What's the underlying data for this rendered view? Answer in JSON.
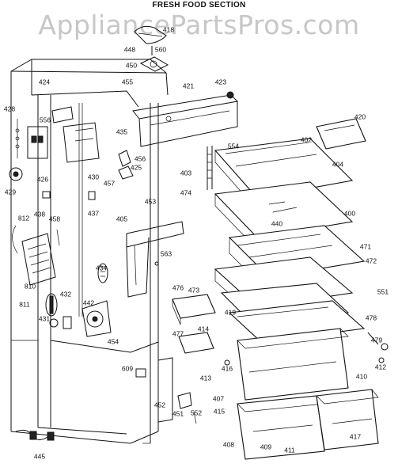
{
  "header": {
    "title": "FRESH FOOD SECTION",
    "watermark": "AppliancePartsPros.com"
  },
  "callouts": [
    "418",
    "560",
    "448",
    "450",
    "455",
    "421",
    "423",
    "424",
    "428",
    "556",
    "435",
    "426",
    "430",
    "457",
    "425",
    "456",
    "420",
    "554",
    "402",
    "404",
    "403",
    "474",
    "429",
    "438",
    "437",
    "458",
    "453",
    "405",
    "400",
    "440",
    "812",
    "471",
    "472",
    "563",
    "434",
    "810",
    "811",
    "432",
    "442",
    "476",
    "473",
    "551",
    "431",
    "477",
    "414",
    "419",
    "478",
    "454",
    "479",
    "412",
    "416",
    "410",
    "413",
    "609",
    "407",
    "415",
    "452",
    "451",
    "552",
    "445",
    "408",
    "409",
    "411",
    "417"
  ]
}
